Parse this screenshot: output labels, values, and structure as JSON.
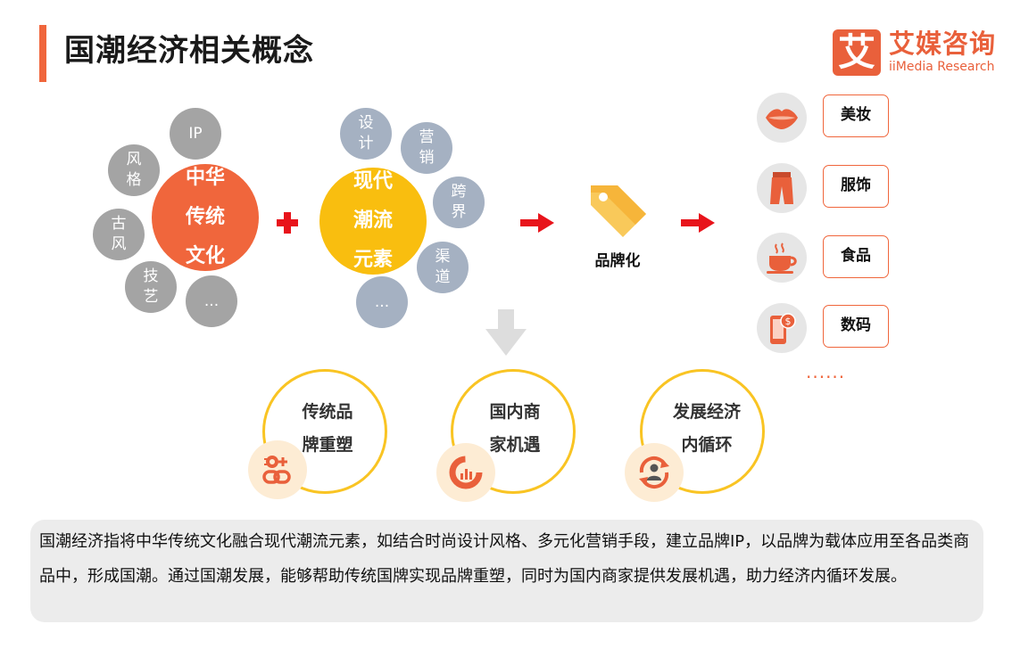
{
  "title": "国潮经济相关概念",
  "logo": {
    "mark": "艾",
    "name_cn": "艾媒咨询",
    "name_en": "iiMedia Research"
  },
  "traditional": {
    "center_lines": [
      "中华",
      "传统",
      "文化"
    ],
    "satellites": [
      {
        "lines": [
          "IP"
        ]
      },
      {
        "lines": [
          "风",
          "格"
        ]
      },
      {
        "lines": [
          "古",
          "风"
        ]
      },
      {
        "lines": [
          "技",
          "艺"
        ]
      },
      {
        "lines": [
          "..."
        ]
      }
    ]
  },
  "modern": {
    "center_lines": [
      "现代",
      "潮流",
      "元素"
    ],
    "satellites": [
      {
        "lines": [
          "设",
          "计"
        ]
      },
      {
        "lines": [
          "营",
          "销"
        ]
      },
      {
        "lines": [
          "跨",
          "界"
        ]
      },
      {
        "lines": [
          "渠",
          "道"
        ]
      },
      {
        "lines": [
          "..."
        ]
      }
    ]
  },
  "brand_tag_label": "品牌化",
  "categories": [
    {
      "label": "美妆",
      "icon": "lips-icon"
    },
    {
      "label": "服饰",
      "icon": "clothing-icon"
    },
    {
      "label": "食品",
      "icon": "coffee-cup-icon"
    },
    {
      "label": "数码",
      "icon": "smartphone-icon"
    }
  ],
  "categories_more": "......",
  "outcomes": [
    {
      "lines": [
        "传统品",
        "牌重塑"
      ],
      "icon": "gears-link-icon"
    },
    {
      "lines": [
        "国内商",
        "家机遇"
      ],
      "icon": "donut-chart-icon"
    },
    {
      "lines": [
        "发展经济",
        "内循环"
      ],
      "icon": "cycle-person-icon"
    }
  ],
  "description": "国潮经济指将中华传统文化融合现代潮流元素，如结合时尚设计风格、多元化营销手段，建立品牌IP，以品牌为载体应用至各品类商品中，形成国潮。通过国潮发展，能够帮助传统国牌实现品牌重塑，同时为国内商家提供发展机遇，助力经济内循环发展。",
  "colors": {
    "accent": "#f0663c",
    "yellow": "#f9be0f",
    "grey": "#a4a4a4",
    "blue_grey": "#a5b1c2",
    "arrow_red": "#e8141b"
  }
}
